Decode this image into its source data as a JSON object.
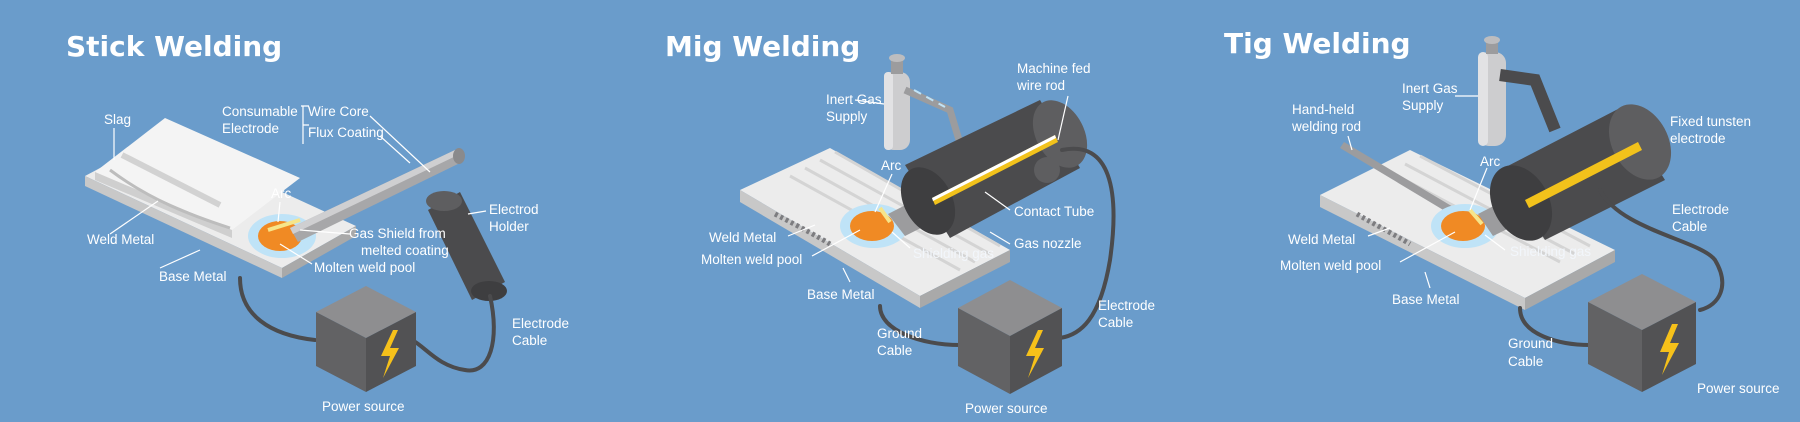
{
  "panels": [
    {
      "title": "Stick Welding",
      "labels": {
        "slag": "Slag",
        "consumable_1": "Consumable",
        "consumable_2": "Electrode",
        "wire_core": "Wire Core",
        "flux_coating": "Flux Coating",
        "arc": "Arc",
        "electrod_holder_1": "Electrod",
        "electrod_holder_2": "Holder",
        "weld_metal": "Weld Metal",
        "gas_shield_1": "Gas Shield from",
        "gas_shield_2": "melted coating",
        "molten_pool": "Molten weld pool",
        "base_metal": "Base Metal",
        "electrode_cable_1": "Electrode",
        "electrode_cable_2": "Cable",
        "power_source": "Power source"
      }
    },
    {
      "title": "Mig Welding",
      "labels": {
        "inert_gas_1": "Inert Gas",
        "inert_gas_2": "Supply",
        "machine_fed_1": "Machine fed",
        "machine_fed_2": "wire rod",
        "arc": "Arc",
        "contact_tube": "Contact Tube",
        "weld_metal": "Weld Metal",
        "gas_nozzle": "Gas nozzle",
        "molten_pool": "Molten weld pool",
        "shielding_gas": "Shielding gas",
        "base_metal": "Base Metal",
        "ground_cable_1": "Ground",
        "ground_cable_2": "Cable",
        "electrode_cable_1": "Electrode",
        "electrode_cable_2": "Cable",
        "power_source": "Power source"
      }
    },
    {
      "title": "Tig Welding",
      "labels": {
        "hand_held_1": "Hand-held",
        "hand_held_2": "welding rod",
        "inert_gas_1": "Inert Gas",
        "inert_gas_2": "Supply",
        "fixed_1": "Fixed tunsten",
        "fixed_2": "electrode",
        "arc": "Arc",
        "electrode_cable_1": "Electrode",
        "electrode_cable_2": "Cable",
        "weld_metal": "Weld Metal",
        "molten_pool": "Molten weld pool",
        "shielding_gas": "Shielding gas",
        "base_metal": "Base Metal",
        "ground_cable_1": "Ground",
        "ground_cable_2": "Cable",
        "power_source": "Power source"
      }
    }
  ],
  "colors": {
    "background": "#6a9ccb",
    "plate_top": "#ececec",
    "plate_side": "#b9b9b9",
    "dark_gray": "#4b4b4d",
    "box_top": "#8e8e90",
    "box_side": "#626264",
    "lightning": "#f6c11a",
    "molten": "#f08a24",
    "shield": "#bfe3f7",
    "wire_yellow": "#f2c21b"
  },
  "icons": [
    "lightning-bolt-icon",
    "gas-cylinder-icon"
  ]
}
